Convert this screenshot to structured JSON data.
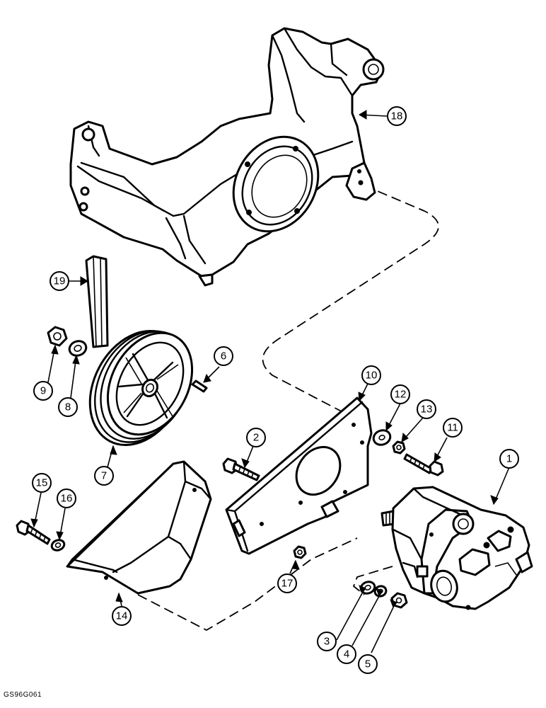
{
  "callouts": [
    {
      "id": "1",
      "label": "1"
    },
    {
      "id": "2",
      "label": "2"
    },
    {
      "id": "3",
      "label": "3"
    },
    {
      "id": "4",
      "label": "4"
    },
    {
      "id": "5",
      "label": "5"
    },
    {
      "id": "6",
      "label": "6"
    },
    {
      "id": "7",
      "label": "7"
    },
    {
      "id": "8",
      "label": "8"
    },
    {
      "id": "9",
      "label": "9"
    },
    {
      "id": "10",
      "label": "10"
    },
    {
      "id": "11",
      "label": "11"
    },
    {
      "id": "12",
      "label": "12"
    },
    {
      "id": "13",
      "label": "13"
    },
    {
      "id": "14",
      "label": "14"
    },
    {
      "id": "15",
      "label": "15"
    },
    {
      "id": "16",
      "label": "16"
    },
    {
      "id": "17",
      "label": "17"
    },
    {
      "id": "18",
      "label": "18"
    },
    {
      "id": "19",
      "label": "19"
    }
  ],
  "figure_code": "GS96G061"
}
